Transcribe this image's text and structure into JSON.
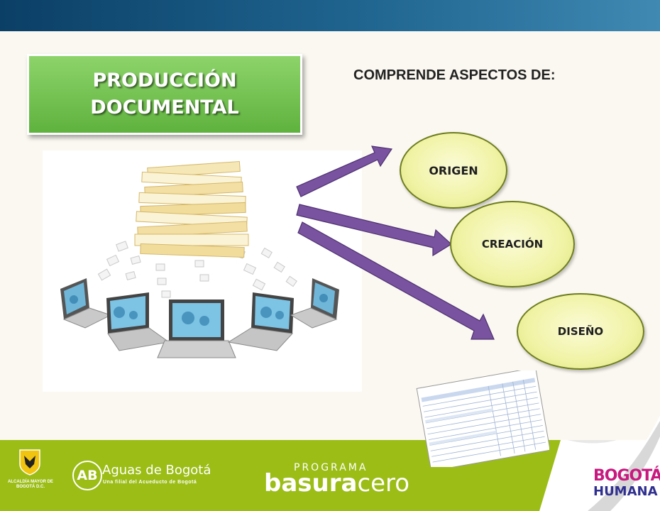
{
  "title": {
    "line1": "PRODUCCIÓN",
    "line2": "DOCUMENTAL"
  },
  "heading": "COMPRENDE ASPECTOS DE:",
  "aspects": [
    {
      "label": "ORIGEN"
    },
    {
      "label": "CREACIÓN"
    },
    {
      "label": "DISEÑO"
    }
  ],
  "colors": {
    "top_bar": "#1f6590",
    "title_green": "#6cc046",
    "arrow_purple": "#7a53a0",
    "ellipse_fill": "#f0f3a4",
    "footer_green": "#a3c31f"
  },
  "footer": {
    "alcaldia": "ALCALDÍA MAYOR DE BOGOTÁ D.C.",
    "aguas_initials": "AB",
    "aguas_name": "Aguas de Bogotá",
    "aguas_sub": "Una filial del Acueducto de Bogotá",
    "programa": "PROGRAMA",
    "basura": "basura",
    "cero": "cero",
    "bogota": "BOGOTÁ",
    "humana": "HUMANA"
  }
}
